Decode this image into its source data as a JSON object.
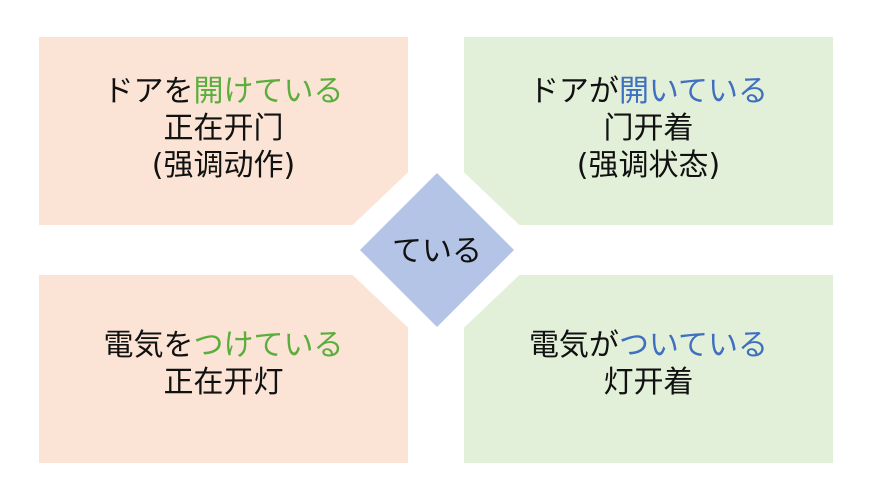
{
  "colors": {
    "green_text": "#5aae3c",
    "blue_text": "#3e6fc0",
    "orange_panel": "#fbe4d6",
    "green_panel": "#e3f0d9",
    "diamond": "#b4c4e6"
  },
  "top_left": {
    "line1_prefix": "ドアを",
    "line1_highlight": "開けている",
    "line2": "正在开门",
    "line3": "(强调动作)"
  },
  "top_right": {
    "line1_prefix": "ドアが",
    "line1_highlight": "開いている",
    "line2": "门开着",
    "line3": "(强调状态)"
  },
  "bottom_left": {
    "line1_prefix": "電気を",
    "line1_highlight": "つけている",
    "line2": "正在开灯"
  },
  "bottom_right": {
    "line1_prefix": "電気が",
    "line1_highlight": "ついている",
    "line2": "灯开着"
  },
  "center": {
    "label": "ている"
  }
}
